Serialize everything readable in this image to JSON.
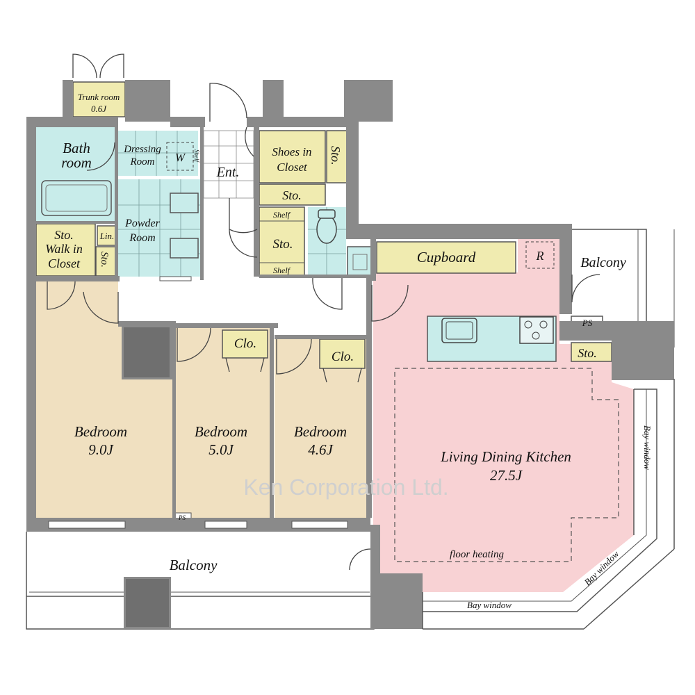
{
  "floorplan": {
    "watermark": "Ken Corporation Ltd.",
    "rooms": {
      "trunk_room": {
        "name": "Trunk room",
        "size": "0.6J"
      },
      "bathroom": {
        "line1": "Bath",
        "line2": "room"
      },
      "dressing_room": {
        "line1": "Dressing",
        "line2": "Room"
      },
      "washer": "W",
      "dressing_shelf": "Shelf",
      "powder_room": {
        "line1": "Powder",
        "line2": "Room"
      },
      "walk_in_closet": {
        "line1": "Sto.",
        "line2": "Walk in",
        "line3": "Closet"
      },
      "linen": "Lin.",
      "sto_small": "Sto.",
      "entrance": "Ent.",
      "shoes_closet": {
        "line1": "Shoes in",
        "line2": "Closet"
      },
      "shoes_sto_vertical": "Sto.",
      "entrance_sto": "Sto.",
      "hall_storage": {
        "shelf_top": "Shelf",
        "name": "Sto.",
        "shelf_bottom": "Shelf"
      },
      "cupboard": "Cupboard",
      "refrigerator": "R",
      "balcony_east": "Balcony",
      "pipe_space_east": "PS",
      "sto_east": "Sto.",
      "bedroom_1": {
        "name": "Bedroom",
        "size": "9.0J"
      },
      "bedroom_2": {
        "name": "Bedroom",
        "size": "5.0J",
        "closet": "Clo."
      },
      "bedroom_3": {
        "name": "Bedroom",
        "size": "4.6J",
        "closet": "Clo."
      },
      "pipe_space_south": "PS",
      "ldk": {
        "name": "Living Dining Kitchen",
        "size": "27.5J",
        "note": "floor heating"
      },
      "bay_window_east": "Bay window",
      "bay_window_diagonal": "Bay window",
      "bay_window_south": "Bay window",
      "balcony_south": "Balcony"
    },
    "colors": {
      "wall": "#8a8a8a",
      "bedroom": "#f0e0c0",
      "ldk": "#f8d2d4",
      "wet_area": "#c8ecea",
      "storage": "#f0ebb0",
      "floor": "#ffffff"
    }
  }
}
